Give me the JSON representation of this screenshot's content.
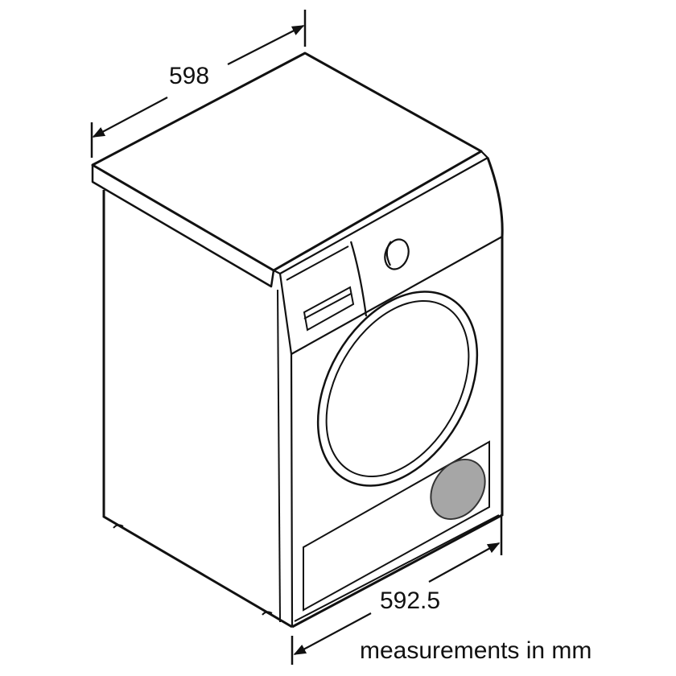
{
  "diagram": {
    "subject": "Tumble dryer dimension drawing",
    "dimensions": {
      "width": {
        "value": "598",
        "unit": "mm"
      },
      "depth": {
        "value": "592.5",
        "unit": "mm"
      }
    },
    "caption": "measurements in mm",
    "colors": {
      "line": "#111111",
      "filter_fill": "#a6a6a6",
      "background": "#ffffff"
    }
  }
}
